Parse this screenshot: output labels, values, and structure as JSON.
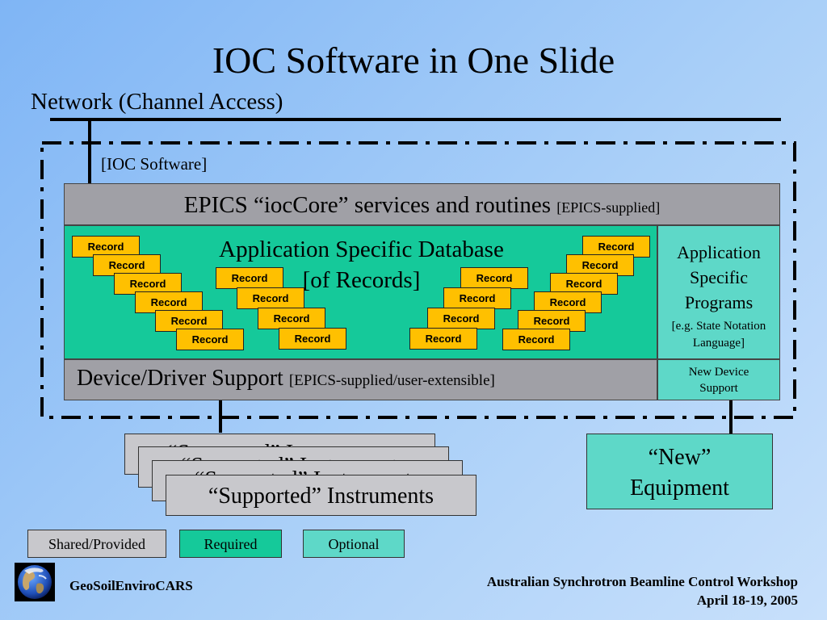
{
  "slide": {
    "title": "IOC Software in One Slide",
    "network_label": "Network (Channel Access)",
    "ioc_software_label": "[IOC Software]"
  },
  "ioccore": {
    "main": "EPICS “iocCore” services and routines",
    "note": "[EPICS-supplied]"
  },
  "database": {
    "title_line1": "Application Specific Database",
    "title_line2": "[of Records]",
    "record_label": "Record"
  },
  "app_programs": {
    "line1": "Application",
    "line2": "Specific",
    "line3": "Programs",
    "note_line1": "[e.g. State Notation",
    "note_line2": "Language]"
  },
  "device_support": {
    "main": "Device/Driver Support",
    "note": "[EPICS-supplied/user-extensible]"
  },
  "new_device_support": {
    "line1": "New Device",
    "line2": "Support"
  },
  "instruments": {
    "label": "“Supported” Instruments"
  },
  "new_equipment": {
    "line1": "“New”",
    "line2": "Equipment"
  },
  "legend": {
    "shared": "Shared/Provided",
    "required": "Required",
    "optional": "Optional"
  },
  "footer": {
    "left": "GeoSoilEnviroCARS",
    "right_line1": "Australian Synchrotron Beamline Control Workshop",
    "right_line2": "April 18-19, 2005"
  },
  "colors": {
    "background": "#a9cff8",
    "shared": "#a0a0a6",
    "required": "#15c99a",
    "optional": "#5ed8c8",
    "record": "#ffc000"
  }
}
